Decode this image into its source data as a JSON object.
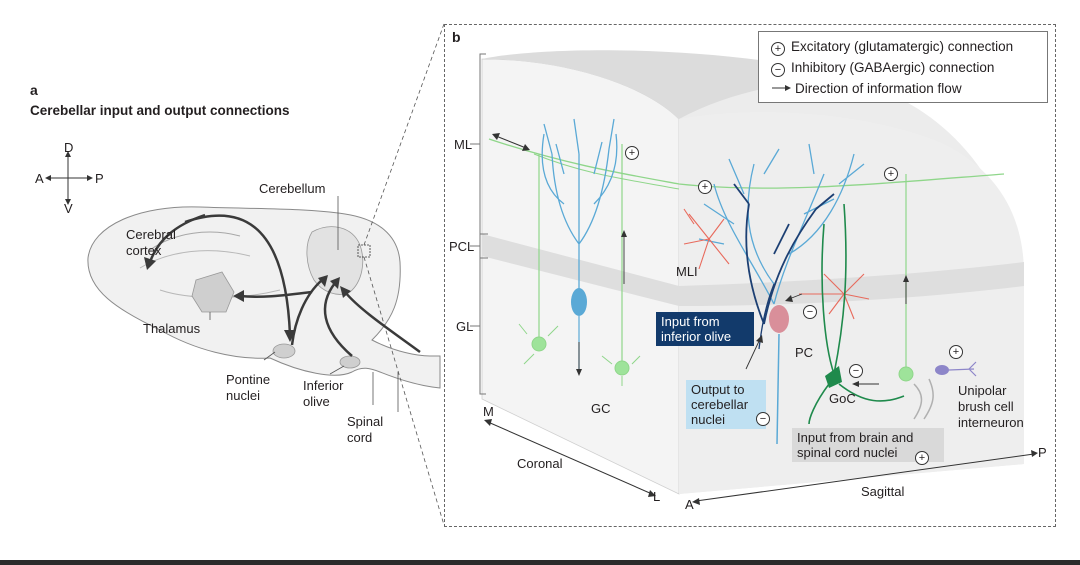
{
  "panel_a": {
    "letter": "a",
    "title": "Cerebellar input and output connections",
    "compass": {
      "d": "D",
      "a": "A",
      "p": "P",
      "v": "V"
    },
    "labels": {
      "cerebellum": "Cerebellum",
      "cerebral_cortex": [
        "Cerebral",
        "cortex"
      ],
      "thalamus": "Thalamus",
      "pontine_nuclei": [
        "Pontine",
        "nuclei"
      ],
      "inferior_olive": [
        "Inferior",
        "olive"
      ],
      "spinal_cord": [
        "Spinal",
        "cord"
      ]
    }
  },
  "panel_b": {
    "letter": "b",
    "legend": {
      "excitatory": "Excitatory (glutamatergic) connection",
      "inhibitory": "Inhibitory (GABAergic) connection",
      "direction": "Direction of information flow",
      "plus": "+",
      "minus": "−"
    },
    "layers": {
      "ml": "ML",
      "pcl": "PCL",
      "gl": "GL"
    },
    "cells": {
      "mli": "MLI",
      "pc": "PC",
      "gc": "GC",
      "goc": "GoC",
      "ubc": [
        "Unipolar",
        "brush cell",
        "interneuron"
      ]
    },
    "boxes": {
      "input_olive": [
        "Input from",
        "inferior olive"
      ],
      "output_nuclei": [
        "Output to",
        "cerebellar",
        "nuclei"
      ],
      "input_brain": [
        "Input from brain and",
        "spinal cord nuclei"
      ]
    },
    "axes": {
      "m": "M",
      "l": "L",
      "coronal": "Coronal",
      "a": "A",
      "p": "P",
      "sagittal": "Sagittal"
    },
    "colors": {
      "purkinje": "#5aa9d6",
      "purkinje_dark": "#1c3f73",
      "granule": "#8fd68a",
      "golgi": "#1f8a4c",
      "mli": "#e86a5c",
      "ubc": "#8d86c9",
      "olive_box": "#123a6b",
      "output_box": "#bfe0f2",
      "input_box": "#d9d9d9"
    }
  }
}
